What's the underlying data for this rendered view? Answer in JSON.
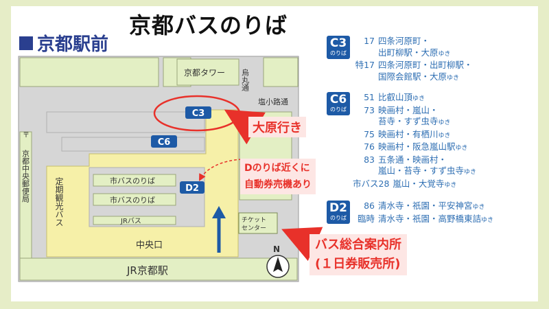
{
  "title": "京都バスのりば",
  "station": "京都駅前",
  "map": {
    "kyoto_tower": "京都タワー",
    "karasuma_street": "烏丸通",
    "shiokoji_street": "塩小路通",
    "post_office": "京都中央郵便局",
    "sightseeing_bus": "定期観光バス",
    "city_bus_stop_1": "市バスのりば",
    "city_bus_stop_2": "市バスのりば",
    "jr_bus": "JRバス",
    "central_exit": "中央口",
    "ticket_center": "チケットセンター",
    "jr_station": "JR京都駅",
    "north": "N",
    "stops": {
      "c3": "C3",
      "c6": "C6",
      "d2": "D2"
    }
  },
  "callouts": {
    "ohara": "大原行き",
    "d_stop_line1": "Dのりば近くに",
    "d_stop_line2": "自動券売機あり",
    "info_line1": "バス総合案内所",
    "info_line2": "(１日券販売所)"
  },
  "routes": [
    {
      "code": "C3",
      "sub": "のりば",
      "entries": [
        {
          "num": "17",
          "lines": [
            "四条河原町・",
            "出町柳駅・大原ゆき"
          ]
        },
        {
          "num": "特17",
          "lines": [
            "四条河原町・出町柳駅・",
            "国際会館駅・大原ゆき"
          ]
        }
      ]
    },
    {
      "code": "C6",
      "sub": "のりば",
      "entries": [
        {
          "num": "51",
          "lines": [
            "比叡山頂ゆき"
          ]
        },
        {
          "num": "73",
          "lines": [
            "映画村・嵐山・",
            "苔寺・すず虫寺ゆき"
          ]
        },
        {
          "num": "75",
          "lines": [
            "映画村・有栖川ゆき"
          ]
        },
        {
          "num": "76",
          "lines": [
            "映画村・阪急嵐山駅ゆき"
          ]
        },
        {
          "num": "83",
          "lines": [
            "五条通・映画村・",
            "嵐山・苔寺・すず虫寺ゆき"
          ]
        },
        {
          "num": "市バス28",
          "lines": [
            "嵐山・大覚寺ゆき"
          ]
        }
      ]
    },
    {
      "code": "D2",
      "sub": "のりば",
      "entries": [
        {
          "num": "86",
          "lines": [
            "清水寺・祇園・平安神宮ゆき"
          ]
        },
        {
          "num": "臨時",
          "lines": [
            "清水寺・祇園・高野橋東詰ゆき"
          ]
        }
      ]
    }
  ],
  "colors": {
    "stop_blue": "#1d5aa6",
    "callout_red": "#e8312a",
    "plaza_yellow": "#f6f0a8",
    "road_grey": "#d6d6d6",
    "green_block": "#e3efc4"
  }
}
